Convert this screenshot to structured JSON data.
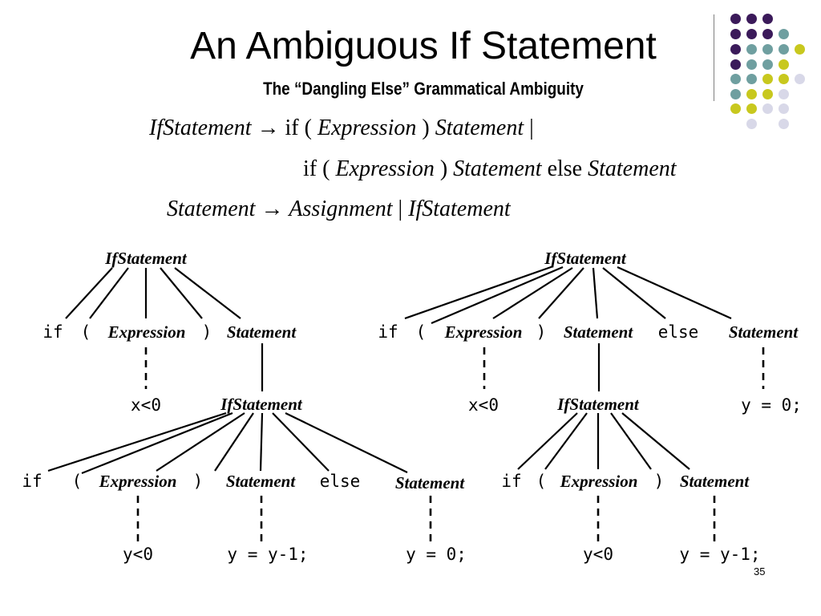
{
  "slide": {
    "title": "An Ambiguous If Statement",
    "subtitle": "The “Dangling Else” Grammatical Ambiguity",
    "page_number": "35",
    "accent_colors": [
      "#3b1a5a",
      "#6f9fa0",
      "#c8c81e",
      "#d8d8e8"
    ]
  },
  "grammar": {
    "line1": {
      "nt": "IfStatement",
      "arrow": "→",
      "kw": "if (",
      "expr": "Expression",
      "close": ")",
      "stmt": "Statement",
      "bar": "|"
    },
    "line2": {
      "kw": "if (",
      "expr": "Expression",
      "close": ")",
      "stmt": "Statement",
      "else": "else",
      "stmt2": "Statement"
    },
    "line3": {
      "nt": "Statement",
      "arrow": "→",
      "alt1": "Assignment",
      "bar": "|",
      "alt2": "IfStatement"
    }
  },
  "tree_left": {
    "root": "IfStatement",
    "children": [
      "if",
      "(",
      "Expression",
      ")",
      "Statement"
    ],
    "expr_leaf": "x<0",
    "inner": "IfStatement",
    "inner_children": [
      "if",
      "(",
      "Expression",
      ")",
      "Statement",
      "else",
      "Statement"
    ],
    "leaves": [
      "y<0",
      "y = y-1;",
      "y = 0;"
    ]
  },
  "tree_right": {
    "root": "IfStatement",
    "children": [
      "if",
      "(",
      "Expression",
      ")",
      "Statement",
      "else",
      "Statement"
    ],
    "expr_leaf": "x<0",
    "inner": "IfStatement",
    "else_leaf": "y = 0;",
    "inner_children": [
      "if",
      "(",
      "Expression",
      ")",
      "Statement"
    ],
    "leaves": [
      "y<0",
      "y = y-1;"
    ]
  }
}
